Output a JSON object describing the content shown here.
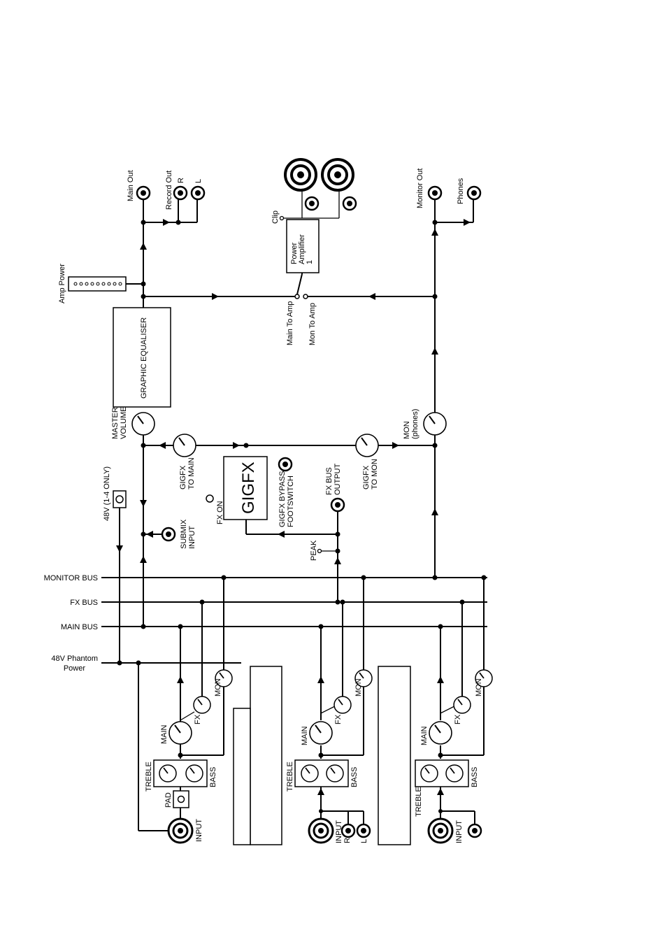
{
  "buses": {
    "monitor": "MONITOR BUS",
    "fx": "FX BUS",
    "main": "MAIN BUS",
    "phantom_line1": "48V Phantom",
    "phantom_line2": "Power"
  },
  "master": {
    "main_out": "Main Out",
    "record_out": "Record Out",
    "record_r": "R",
    "record_l": "L",
    "amp_power": "Amp Power",
    "clip": "Clip",
    "power_amp_line1": "Power",
    "power_amp_line2": "Amplifier",
    "power_amp_line3": "1",
    "main_to_amp": "Main To Amp",
    "mon_to_amp": "Mon To Amp",
    "monitor_out": "Monitor Out",
    "phones": "Phones",
    "graphic_eq": "GRAPHIC EQUALISER",
    "master_volume_line1": "MASTER",
    "master_volume_line2": "VOLUME",
    "mon_phones_line1": "MON",
    "mon_phones_line2": "(phones)"
  },
  "gigfx": {
    "title": "GIGFX",
    "to_main_line1": "GIGFX",
    "to_main_line2": "TO MAIN",
    "to_mon_line1": "GIGFX",
    "to_mon_line2": "TO MON",
    "fx_on": "FX ON",
    "bypass_line1": "GIGFX BYPASS",
    "bypass_line2": "FOOTSWITCH",
    "fx_bus_output_line1": "FX BUS",
    "fx_bus_output_line2": "OUTPUT",
    "peak": "PEAK",
    "submix_line1": "SUBMIX",
    "submix_line2": "INPUT",
    "phantom_48v": "48V (1-4 ONLY)"
  },
  "channels": {
    "ch1": {
      "main": "MAIN",
      "fx": "FX",
      "mon": "MON",
      "treble": "TREBLE",
      "bass": "BASS",
      "pad": "PAD",
      "input": "INPUT"
    },
    "ch2": {
      "main": "MAIN",
      "fx": "FX",
      "mon": "MON",
      "treble": "TREBLE",
      "bass": "BASS",
      "input": "INPUT",
      "r": "R",
      "l": "L"
    },
    "ch3": {
      "main": "MAIN",
      "fx": "FX",
      "mon": "MON",
      "treble": "TREBLE",
      "bass": "BASS",
      "input": "INPUT"
    }
  }
}
